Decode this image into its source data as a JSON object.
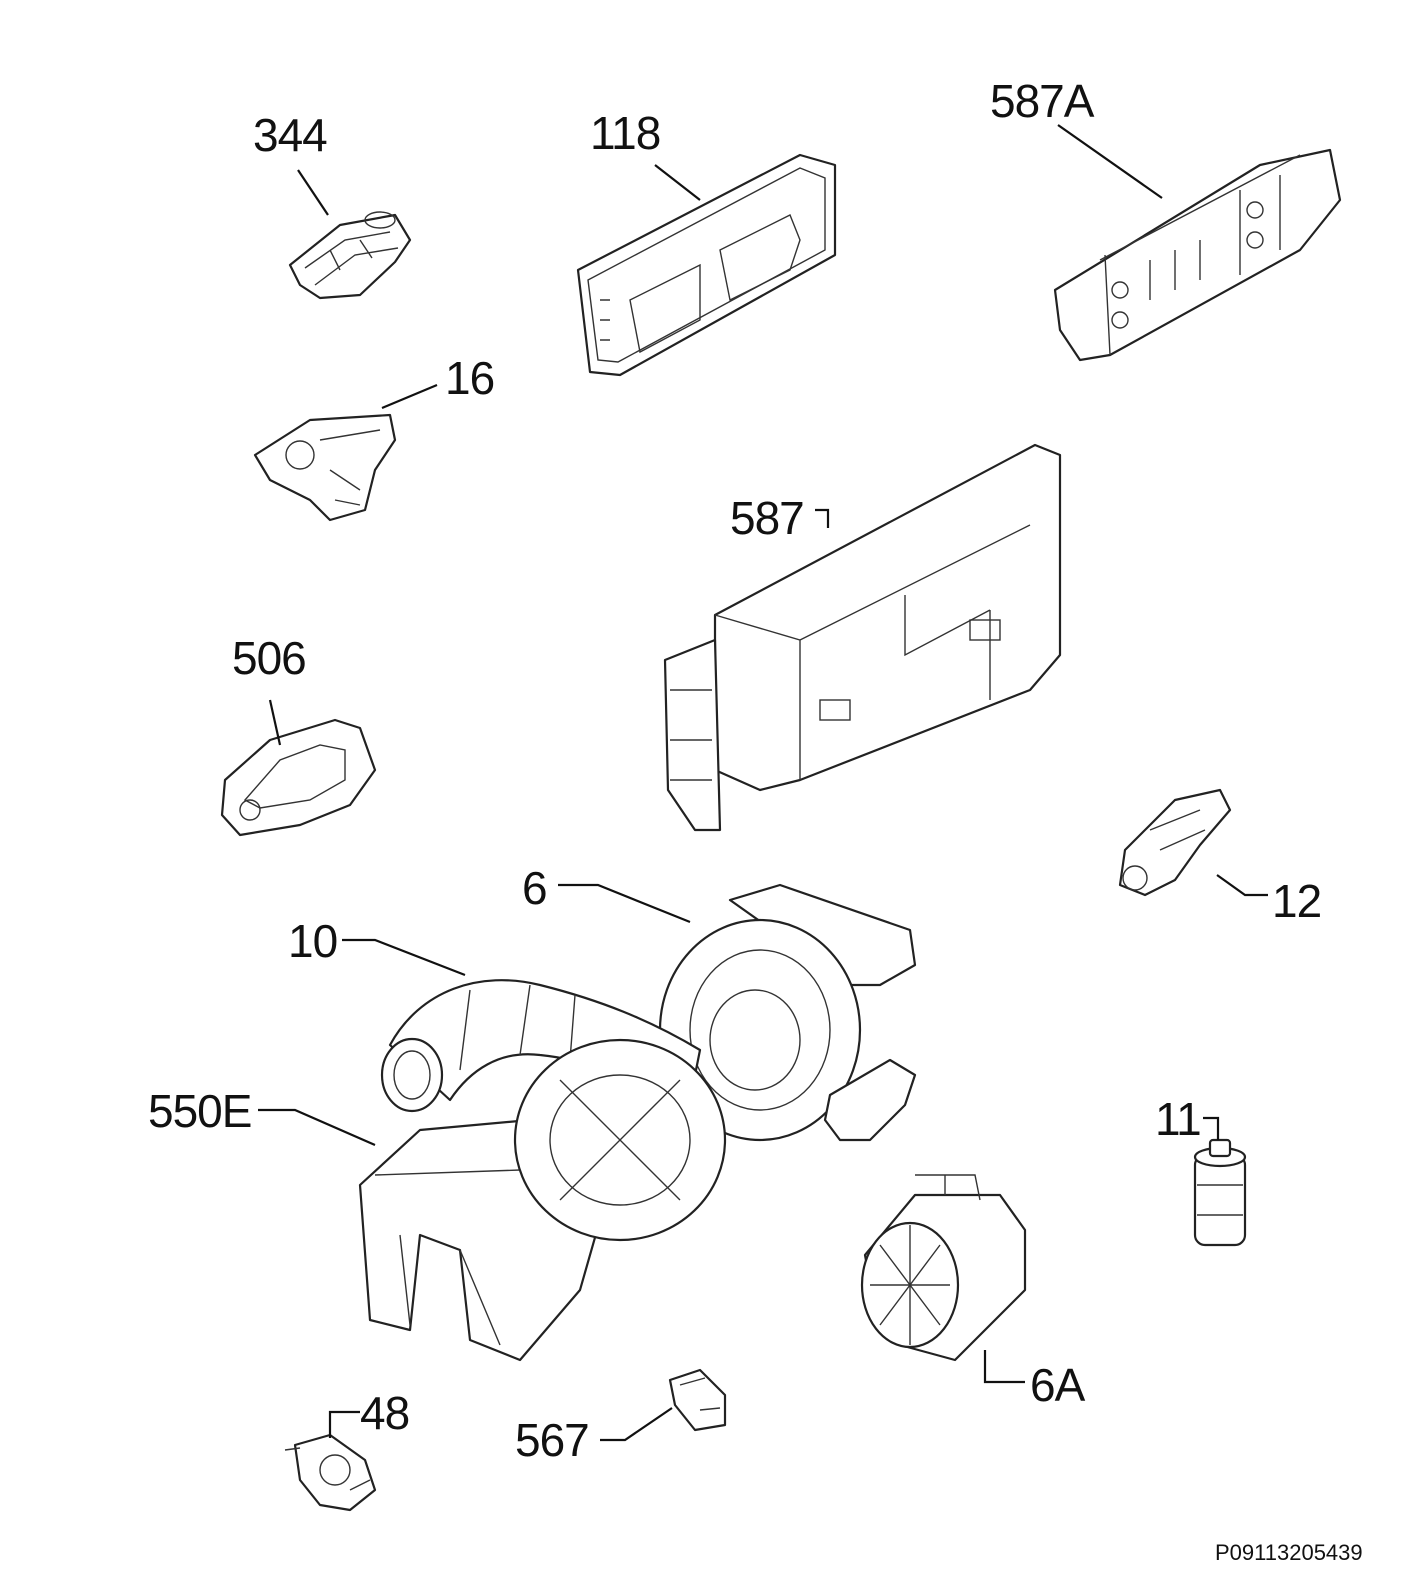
{
  "labels": {
    "p344": "344",
    "p118": "118",
    "p587a": "587A",
    "p16": "16",
    "p587": "587",
    "p506": "506",
    "p12": "12",
    "p6": "6",
    "p10": "10",
    "p550e": "550E",
    "p11": "11",
    "p6a": "6A",
    "p48": "48",
    "p567": "567"
  },
  "drawing_code": "P09113205439"
}
